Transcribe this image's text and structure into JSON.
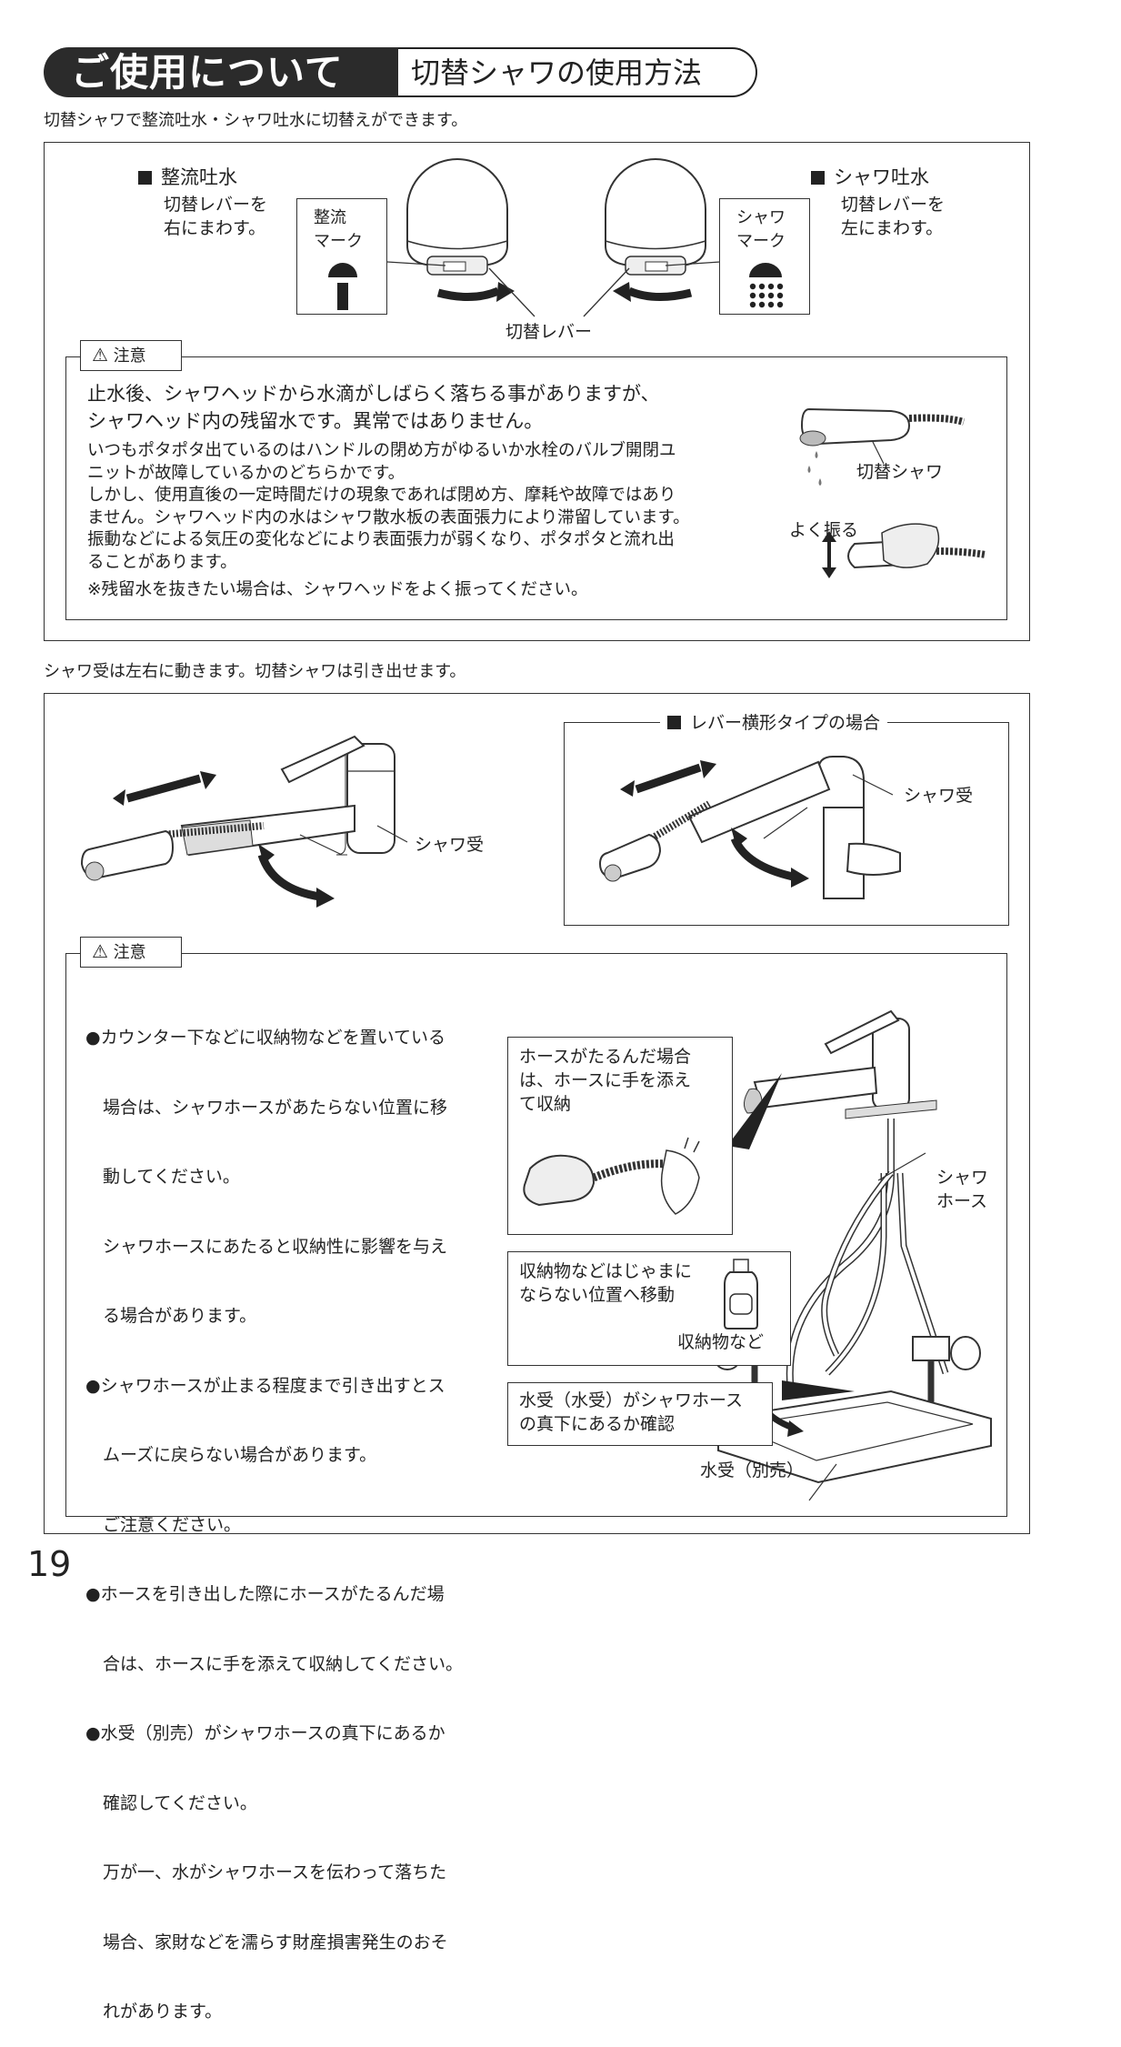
{
  "header": {
    "section": "ご使用について",
    "topic": "切替シャワの使用方法"
  },
  "intro1": "切替シャワで整流吐水・シャワ吐水に切替えができます。",
  "modes": {
    "straight": {
      "title": "整流吐水",
      "desc1": "切替レバーを",
      "desc2": "右にまわす。",
      "mark_line1": "整流",
      "mark_line2": "マーク"
    },
    "shower": {
      "title": "シャワ吐水",
      "desc1": "切替レバーを",
      "desc2": "左にまわす。",
      "mark_line1": "シャワ",
      "mark_line2": "マーク"
    },
    "lever_label": "切替レバー"
  },
  "caution1": {
    "tag": "注意",
    "lead1": "止水後、シャワヘッドから水滴がしばらく落ちる事がありますが、",
    "lead2": "シャワヘッド内の残留水です。異常ではありません。",
    "lines": [
      "いつもポタポタ出ているのはハンドルの閉め方がゆるいか水栓のバルブ開閉ユ",
      "ニットが故障しているかのどちらかです。",
      "しかし、使用直後の一定時間だけの現象であれば閉め方、摩耗や故障ではあり",
      "ません。シャワヘッド内の水はシャワ散水板の表面張力により滞留しています。",
      "振動などによる気圧の変化などにより表面張力が弱くなり、ポタポタと流れ出",
      "ることがあります。"
    ],
    "note": "※残留水を抜きたい場合は、シャワヘッドをよく振ってください。",
    "fig_label1": "切替シャワ",
    "fig_label2": "よく振る"
  },
  "intro2": "シャワ受は左右に動きます。切替シャワは引き出せます。",
  "faucet": {
    "label_left": "シャワ受",
    "inset_title": "レバー横形タイプの場合",
    "label_inset": "シャワ受"
  },
  "caution2": {
    "tag": "注意",
    "lines": [
      "●カウンター下などに収納物などを置いている",
      "　場合は、シャワホースがあたらない位置に移",
      "　動してください。",
      "　シャワホースにあたると収納性に影響を与え",
      "　る場合があります。",
      "●シャワホースが止まる程度まで引き出すとス",
      "　ムーズに戻らない場合があります。",
      "　ご注意ください。",
      "●ホースを引き出した際にホースがたるんだ場",
      "　合は、ホースに手を添えて収納してください。",
      "●水受（別売）がシャワホースの真下にあるか",
      "　確認してください。",
      "　万が一、水がシャワホースを伝わって落ちた",
      "　場合、家財などを濡らす財産損害発生のおそ",
      "　れがあります。"
    ],
    "box1": [
      "ホースがたるんだ場合",
      "は、ホースに手を添え",
      "て収納"
    ],
    "box2": [
      "収納物などはじゃまに",
      "ならない位置へ移動"
    ],
    "box2_label": "収納物など",
    "box3": [
      "水受（水受）がシャワホース",
      "の真下にあるか確認"
    ],
    "hose_label": [
      "シャワ",
      "ホース"
    ],
    "tray_label": "水受（別売）"
  },
  "page_number": "19"
}
